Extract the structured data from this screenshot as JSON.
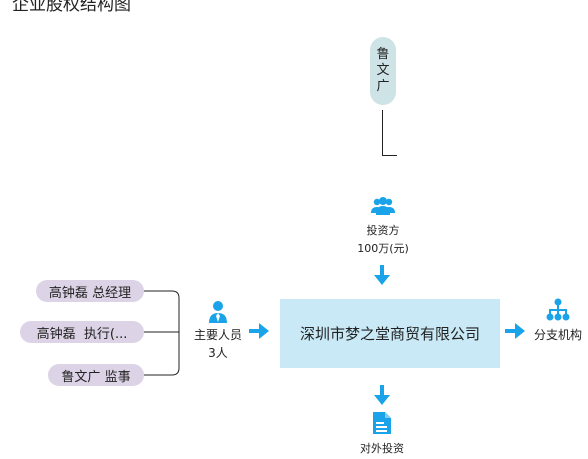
{
  "page_title": "企业股权结构图",
  "shareholder": {
    "chars": [
      "鲁",
      "文",
      "广"
    ]
  },
  "investor": {
    "label": "投资方",
    "amount": "100万(元)"
  },
  "people": [
    {
      "name": "高钟磊",
      "role": "总经理"
    },
    {
      "name": "高钟磊",
      "role": "执行(..."
    },
    {
      "name": "鲁文广",
      "role": "监事"
    }
  ],
  "key_personnel": {
    "label": "主要人员",
    "count": "3人"
  },
  "company": {
    "name": "深圳市梦之堂商贸有限公司"
  },
  "branches": {
    "label": "分支机构"
  },
  "outbound_investment": {
    "label": "对外投资"
  },
  "colors": {
    "accent": "#1aa3e8",
    "company_bg": "#c8e9f5",
    "person_pill_bg": "#ddd3e6",
    "shareholder_bg": "#cde3e6"
  }
}
